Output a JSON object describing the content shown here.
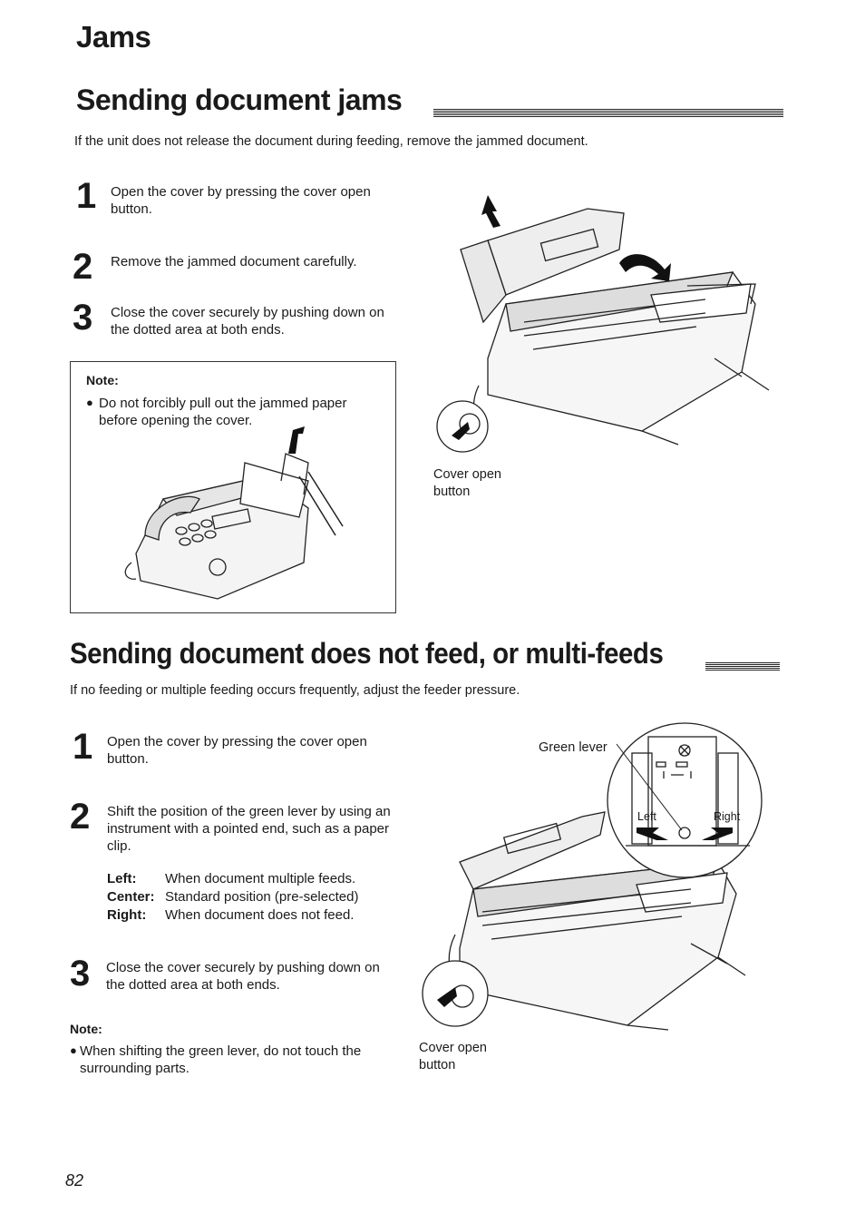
{
  "chapter_title": "Jams",
  "section1": {
    "title": "Sending document jams",
    "intro": "If the unit does not release the document during feeding, remove the jammed document.",
    "steps": [
      {
        "number": "1",
        "text": "Open the cover by pressing the cover open button."
      },
      {
        "number": "2",
        "text": "Remove the jammed document carefully."
      },
      {
        "number": "3",
        "text": "Close the cover securely by pushing down on the dotted area at both ends."
      }
    ],
    "note_title": "Note:",
    "note_bullet": "Do not forcibly pull out the jammed paper before opening the cover.",
    "caption_line1": "Cover open",
    "caption_line2": "button"
  },
  "section2": {
    "title": "Sending document does not feed, or multi-feeds",
    "intro": "If no feeding or multiple feeding occurs frequently, adjust the feeder pressure.",
    "steps": [
      {
        "number": "1",
        "text": "Open the cover by pressing the cover open button."
      },
      {
        "number": "2",
        "text": "Shift the position of the green lever by using an instrument with a pointed end, such as a paper clip."
      },
      {
        "number": "3",
        "text": "Close the cover securely by pushing down on the dotted area at both ends."
      }
    ],
    "lever_options": [
      {
        "label": "Left:",
        "desc": "When document multiple feeds."
      },
      {
        "label": "Center:",
        "desc": "Standard position (pre-selected)"
      },
      {
        "label": "Right:",
        "desc": "When document does not feed."
      }
    ],
    "note_title": "Note:",
    "note_bullet": "When shifting the green lever, do not touch the surrounding parts.",
    "green_lever_label": "Green lever",
    "left_label": "Left",
    "right_label": "Right",
    "caption_line1": "Cover open",
    "caption_line2": "button"
  },
  "page_number": "82"
}
